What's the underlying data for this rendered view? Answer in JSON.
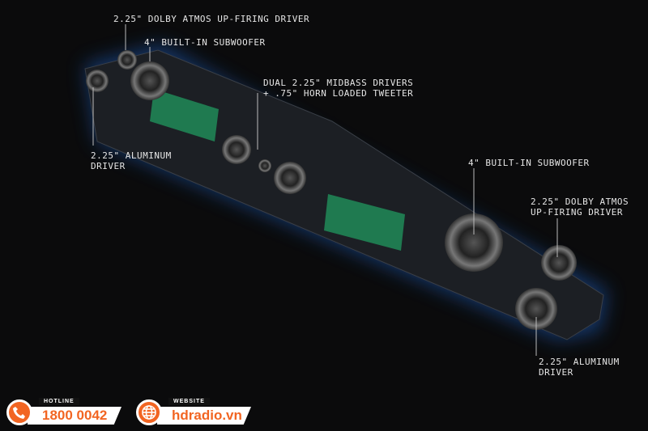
{
  "labels": {
    "atmos_left": "2.25\" DOLBY ATMOS UP-FIRING DRIVER",
    "sub_left": "4\" BUILT-IN SUBWOOFER",
    "midbass_line1": "DUAL 2.25\" MIDBASS DRIVERS",
    "midbass_line2": "+ .75\" HORN LOADED TWEETER",
    "alu_left_line1": "2.25\" ALUMINUM",
    "alu_left_line2": "DRIVER",
    "sub_right": "4\" BUILT-IN SUBWOOFER",
    "atmos_right_line1": "2.25\" DOLBY ATMOS",
    "atmos_right_line2": "UP-FIRING DRIVER",
    "alu_right_line1": "2.25\" ALUMINUM",
    "alu_right_line2": "DRIVER"
  },
  "hotline": {
    "tag": "HOTLINE",
    "value": "1800 0042",
    "icon": "phone-icon"
  },
  "website": {
    "tag": "WEBSITE",
    "value": "hdradio.vn",
    "icon": "globe-icon"
  },
  "colors": {
    "accent": "#f26522",
    "glow": "#2a6fd6"
  }
}
